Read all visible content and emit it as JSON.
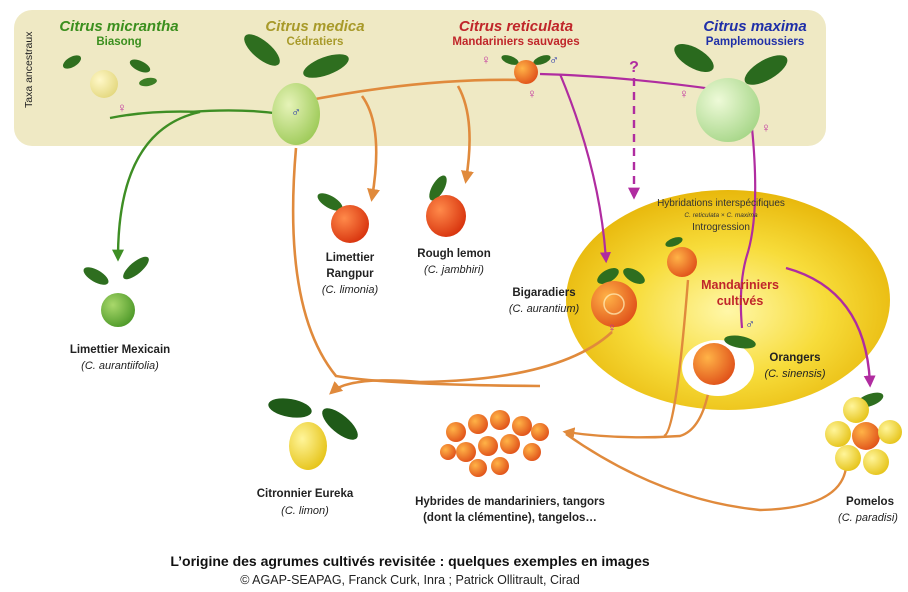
{
  "ancestral_label": "Taxa ancestraux",
  "ancestors": [
    {
      "species": "Citrus micrantha",
      "common": "Biasong",
      "symbol": "♀",
      "color": "#3b8f1e"
    },
    {
      "species": "Citrus medica",
      "common": "Cédratiers",
      "symbol": "♂",
      "color": "#a89a2a"
    },
    {
      "species": "Citrus reticulata",
      "common": "Mandariniers sauvages",
      "symbols": [
        "♀",
        "♂",
        "♀"
      ],
      "color": "#c0262a"
    },
    {
      "species": "Citrus maxima",
      "common": "Pamplemoussiers",
      "symbols": [
        "♀",
        "♀"
      ],
      "color": "#1f2fa8"
    }
  ],
  "question_mark": "?",
  "hybridization": {
    "line1": "Hybridations interspécifiques",
    "line2": "C. reticulata × C. maxima",
    "line3": "Introgression",
    "mandarins_line1": "Mandariniers",
    "mandarins_line2": "cultivés",
    "male": "♂"
  },
  "cultivars": [
    {
      "common": "Limettier Mexicain",
      "scientific": "(C. aurantiifolia)"
    },
    {
      "common_line1": "Limettier",
      "common_line2": "Rangpur",
      "scientific": "(C. limonia)"
    },
    {
      "common": "Rough lemon",
      "scientific": "(C. jambhiri)"
    },
    {
      "common": "Bigaradiers",
      "scientific": "(C. aurantium)",
      "symbol": "♀"
    },
    {
      "common": "Orangers",
      "scientific": "(C. sinensis)"
    },
    {
      "common": "Citronnier Eureka",
      "scientific": "(C. limon)"
    },
    {
      "common_line1": "Hybrides de mandariniers, tangors",
      "common_line2": "(dont la clémentine), tangelos…"
    },
    {
      "common": "Pomelos",
      "scientific": "(C. paradisi)"
    }
  ],
  "caption": "L’origine des agrumes cultivés revisitée : quelques exemples en images",
  "credit": "© AGAP-SEAPAG, Franck Curk, Inra ; Patrick Ollitrault, Cirad"
}
